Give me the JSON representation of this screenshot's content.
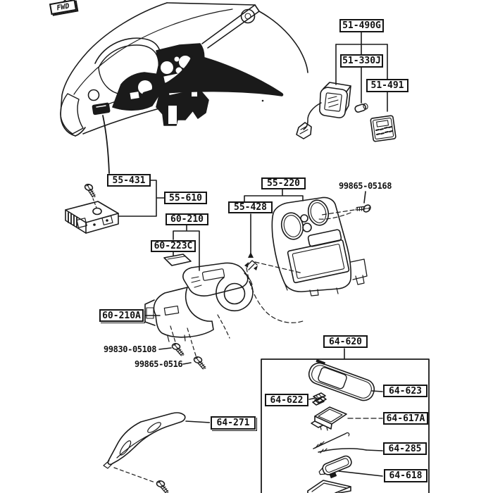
{
  "page": {
    "background": "#ffffff",
    "ink": "#1a1a1a"
  },
  "diagram": {
    "fwd_marker": "FWD",
    "boxed_labels": [
      {
        "part": "51-490G"
      },
      {
        "part": "51-330J"
      },
      {
        "part": "51-491"
      },
      {
        "part": "55-431"
      },
      {
        "part": "55-610"
      },
      {
        "part": "60-210"
      },
      {
        "part": "60-223C"
      },
      {
        "part": "55-220"
      },
      {
        "part": "55-428"
      },
      {
        "part": "60-210A"
      },
      {
        "part": "64-271"
      },
      {
        "part": "64-620"
      },
      {
        "part": "64-622"
      },
      {
        "part": "64-623"
      },
      {
        "part": "64-617A"
      },
      {
        "part": "64-285"
      },
      {
        "part": "64-618"
      }
    ],
    "plain_labels": [
      {
        "part": "99865-05168"
      },
      {
        "part": "99830-05108"
      },
      {
        "part": "99865-0516"
      }
    ]
  }
}
